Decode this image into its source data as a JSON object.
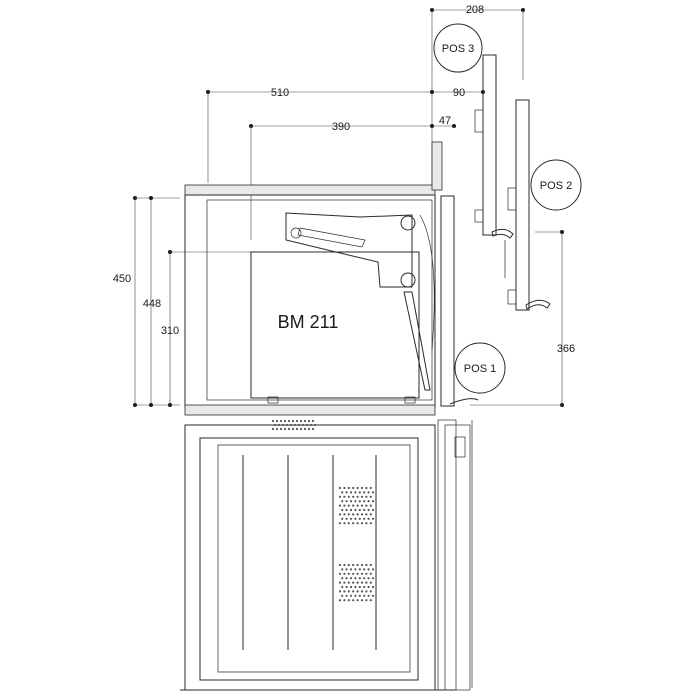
{
  "dimensions": {
    "width_510": "510",
    "width_390": "390",
    "depth_90": "90",
    "depth_47": "47",
    "width_208": "208",
    "height_450": "450",
    "height_448": "448",
    "height_310": "310",
    "height_366": "366"
  },
  "model_label": "BM 211",
  "positions": {
    "pos1": "POS 1",
    "pos2": "POS 2",
    "pos3": "POS 3"
  }
}
